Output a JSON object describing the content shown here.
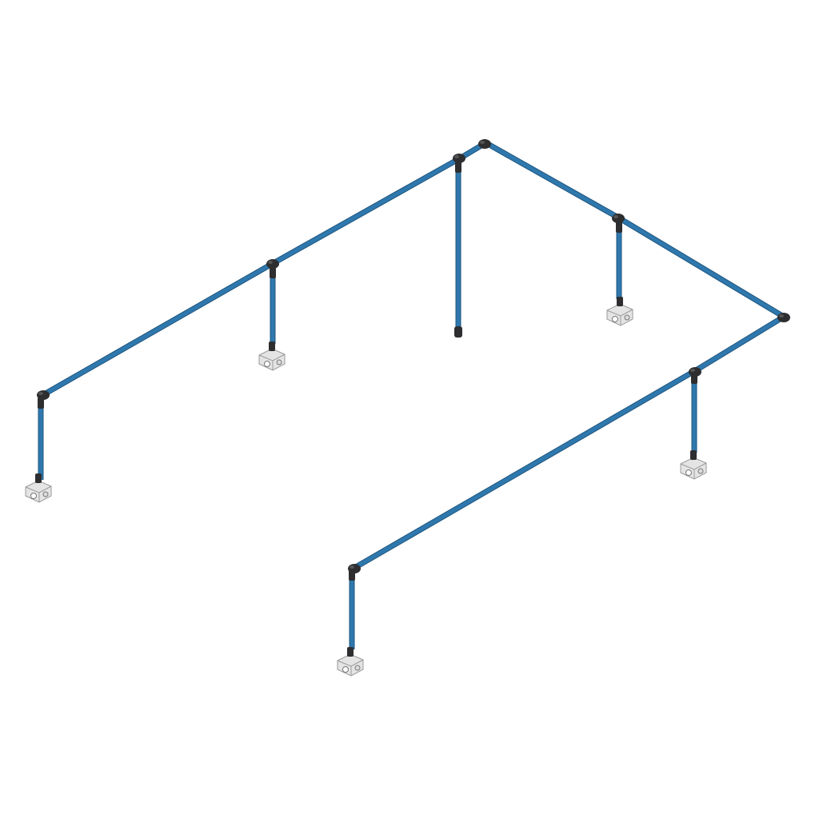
{
  "diagram": {
    "type": "isometric-pipe-layout",
    "colors": {
      "pipe": "#2f78ad",
      "pipe_edge": "#1f5680",
      "fitting": "#2e2e30",
      "outlet_body": "#e4e4e4",
      "outlet_edge": "#9a9a9a"
    },
    "counts": {
      "drops": 6,
      "outlets": 5,
      "capped_drops": 1,
      "tees": 4,
      "elbows": 4
    }
  }
}
